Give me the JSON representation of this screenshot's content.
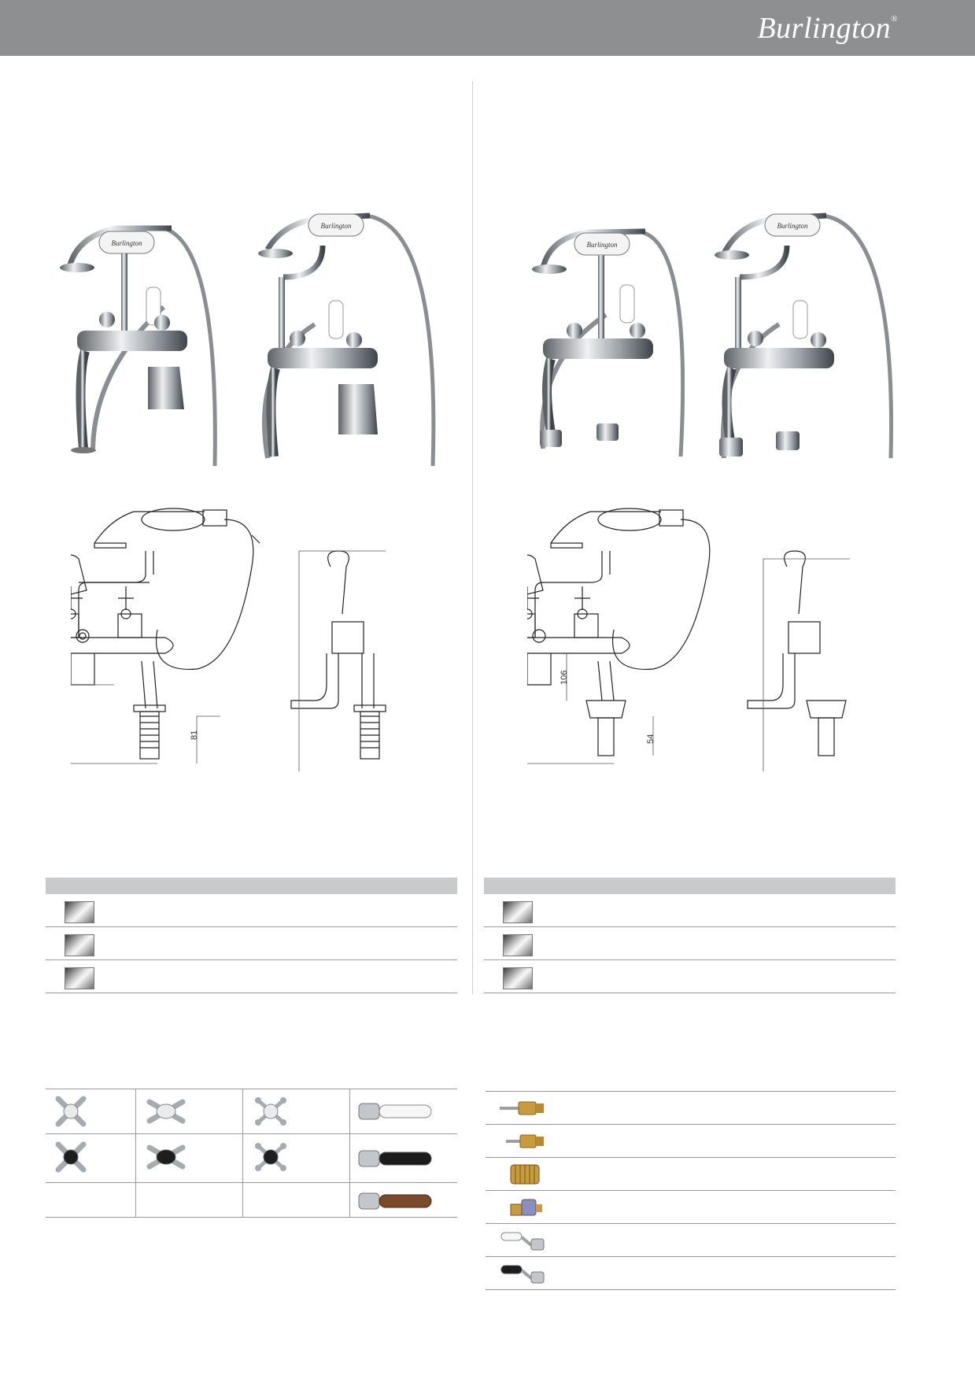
{
  "header": {
    "brand": "Burlington",
    "registered_mark": "®"
  },
  "products": [
    {
      "photo_labels": [
        "Burlington",
        "Burlington"
      ],
      "drawing_dimensions": [
        "81"
      ],
      "finish_rows": 3
    },
    {
      "photo_labels": [
        "Burlington",
        "Burlington"
      ],
      "drawing_dimensions": [
        "106",
        "54"
      ],
      "finish_rows": 3
    }
  ],
  "handle_options": {
    "columns": 4,
    "rows": 3,
    "icons": [
      "quarter-cross-head-icon",
      "cross-head-icon",
      "medici-cross-head-icon",
      "white-lever-icon",
      "black-quarter-cross-head-icon",
      "black-cross-head-icon",
      "black-medici-cross-head-icon",
      "black-lever-icon",
      "",
      "",
      "",
      "wood-lever-icon"
    ]
  },
  "spare_parts": {
    "icons": [
      "long-valve-icon",
      "short-valve-icon",
      "ceramic-cartridge-icon",
      "diverter-cartridge-icon",
      "white-lever-assembly-icon",
      "black-lever-assembly-icon"
    ]
  },
  "colors": {
    "header": "#8d8f91",
    "table_header": "#c9cacb",
    "rule": "#999999",
    "chrome": "#c9ccd0"
  }
}
